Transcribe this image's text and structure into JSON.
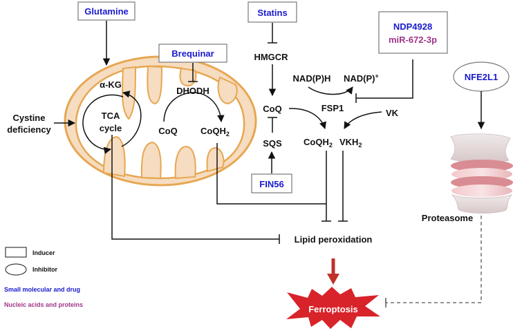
{
  "nodes": {
    "glutamine": "Glutamine",
    "brequinar": "Brequinar",
    "statins": "Statins",
    "ndp4928": "NDP4928",
    "mir672": "miR-672-3p",
    "nfe2l1": "NFE2L1",
    "hmgcr": "HMGCR",
    "nadph": "NAD(P)H",
    "nadp": "NAD(P)",
    "nadp_sup": "+",
    "fsp1": "FSP1",
    "coq_right": "CoQ",
    "vk": "VK",
    "coqh2_right": "CoQH",
    "coqh2_right_sub": "2",
    "vkh2": "VKH",
    "vkh2_sub": "2",
    "sqs": "SQS",
    "fin56": "FIN56",
    "akg": "α-KG",
    "tca_1": "TCA",
    "tca_2": "cycle",
    "dhodh": "DHODH",
    "coq_mito": "CoQ",
    "coqh2_mito": "CoQH",
    "coqh2_mito_sub": "2",
    "cystine_1": "Cystine",
    "cystine_2": "deficiency",
    "proteasome": "Proteasome",
    "lipid_peroxidation": "Lipid peroxidation",
    "ferroptosis": "Ferroptosis"
  },
  "legend": {
    "inducer": "Inducer",
    "inhibitor": "Inhibitor",
    "small_molecular": "Small molecular and drug",
    "nucleic_acids": "Nucleic acids and proteins"
  },
  "colors": {
    "small_molecular_drug": "#1a1acc",
    "nucleic_acids_proteins": "#a0358a",
    "mitochondria_fill": "#f6dcc0",
    "mitochondria_border": "#e6a752",
    "ferroptosis_star": "#d8232a",
    "main_arrow": "#c0312b"
  }
}
